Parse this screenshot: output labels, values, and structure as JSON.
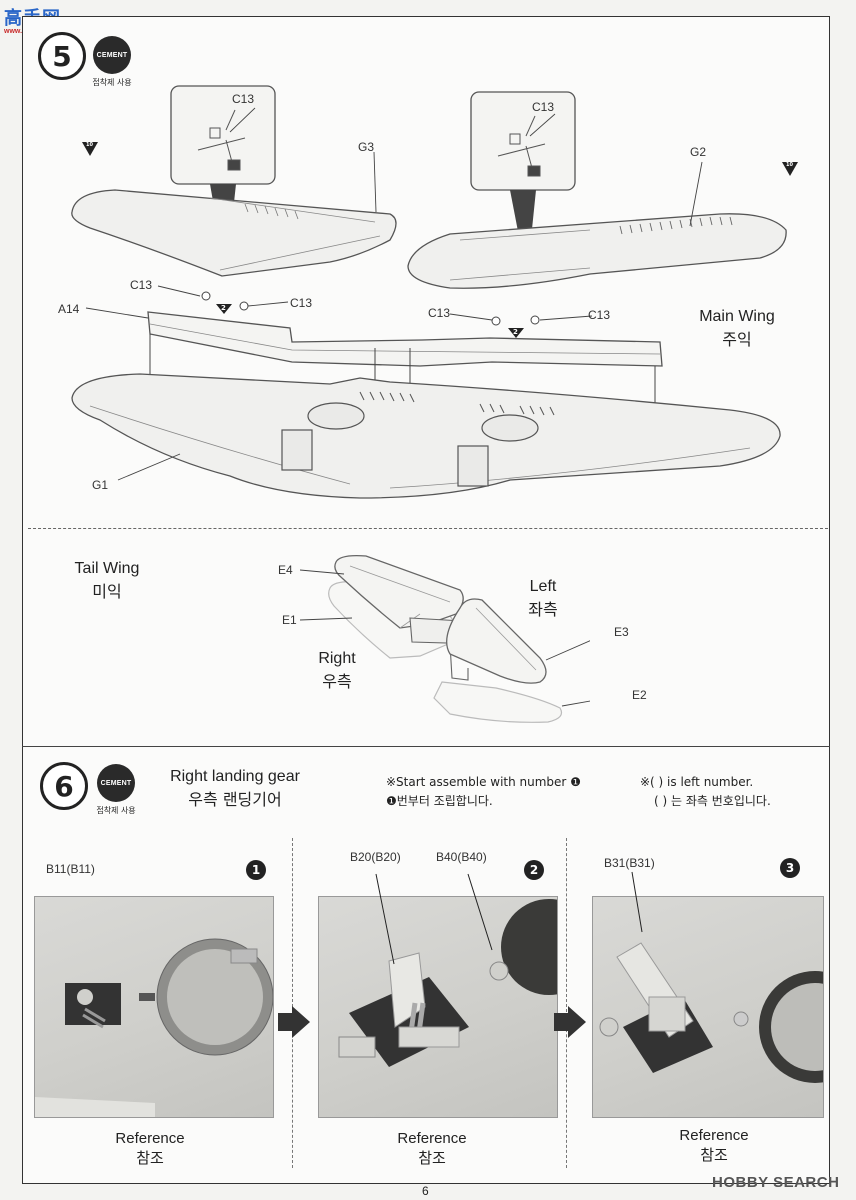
{
  "watermark_top": {
    "cn": "高手网",
    "url": "www.gaoshou.com"
  },
  "step5": {
    "number": "5",
    "cement": {
      "badge": "CEMENT",
      "caption": "접착제 사용"
    },
    "parts": {
      "c13_detail_left": "C13",
      "c13_detail_right": "C13",
      "g3": "G3",
      "g2": "G2",
      "c13_a": "C13",
      "c13_b": "C13",
      "c13_c": "C13",
      "c13_d": "C13",
      "a14": "A14",
      "g1": "G1"
    },
    "ref_badge_left": "10",
    "ref_badge_right": "10",
    "detail_badge_left": "2",
    "detail_badge_right": "2",
    "main_wing": {
      "en": "Main Wing",
      "ko": "주익"
    },
    "tail_wing": {
      "en": "Tail Wing",
      "ko": "미익",
      "left_en": "Left",
      "left_ko": "좌측",
      "right_en": "Right",
      "right_ko": "우측",
      "e4": "E4",
      "e1": "E1",
      "e3": "E3",
      "e2": "E2"
    }
  },
  "step6": {
    "number": "6",
    "cement": {
      "badge": "CEMENT",
      "caption": "접착제 사용"
    },
    "title": {
      "en": "Right landing gear",
      "ko": "우측 랜딩기어"
    },
    "note_start": {
      "en": "※Start assemble with number ❶",
      "ko": "❶번부터 조립합니다."
    },
    "note_left": {
      "en": "※(   ) is left number.",
      "ko": "(   ) 는 좌측 번호입니다."
    },
    "panels": [
      {
        "seq": "1",
        "callouts": [
          "B11(B11)"
        ],
        "ref_en": "Reference",
        "ref_ko": "참조"
      },
      {
        "seq": "2",
        "callouts": [
          "B20(B20)",
          "B40(B40)"
        ],
        "ref_en": "Reference",
        "ref_ko": "참조"
      },
      {
        "seq": "3",
        "callouts": [
          "B31(B31)"
        ],
        "ref_en": "Reference",
        "ref_ko": "참조"
      }
    ]
  },
  "page_number": "6",
  "watermark_bottom": "HOBBY SEARCH"
}
